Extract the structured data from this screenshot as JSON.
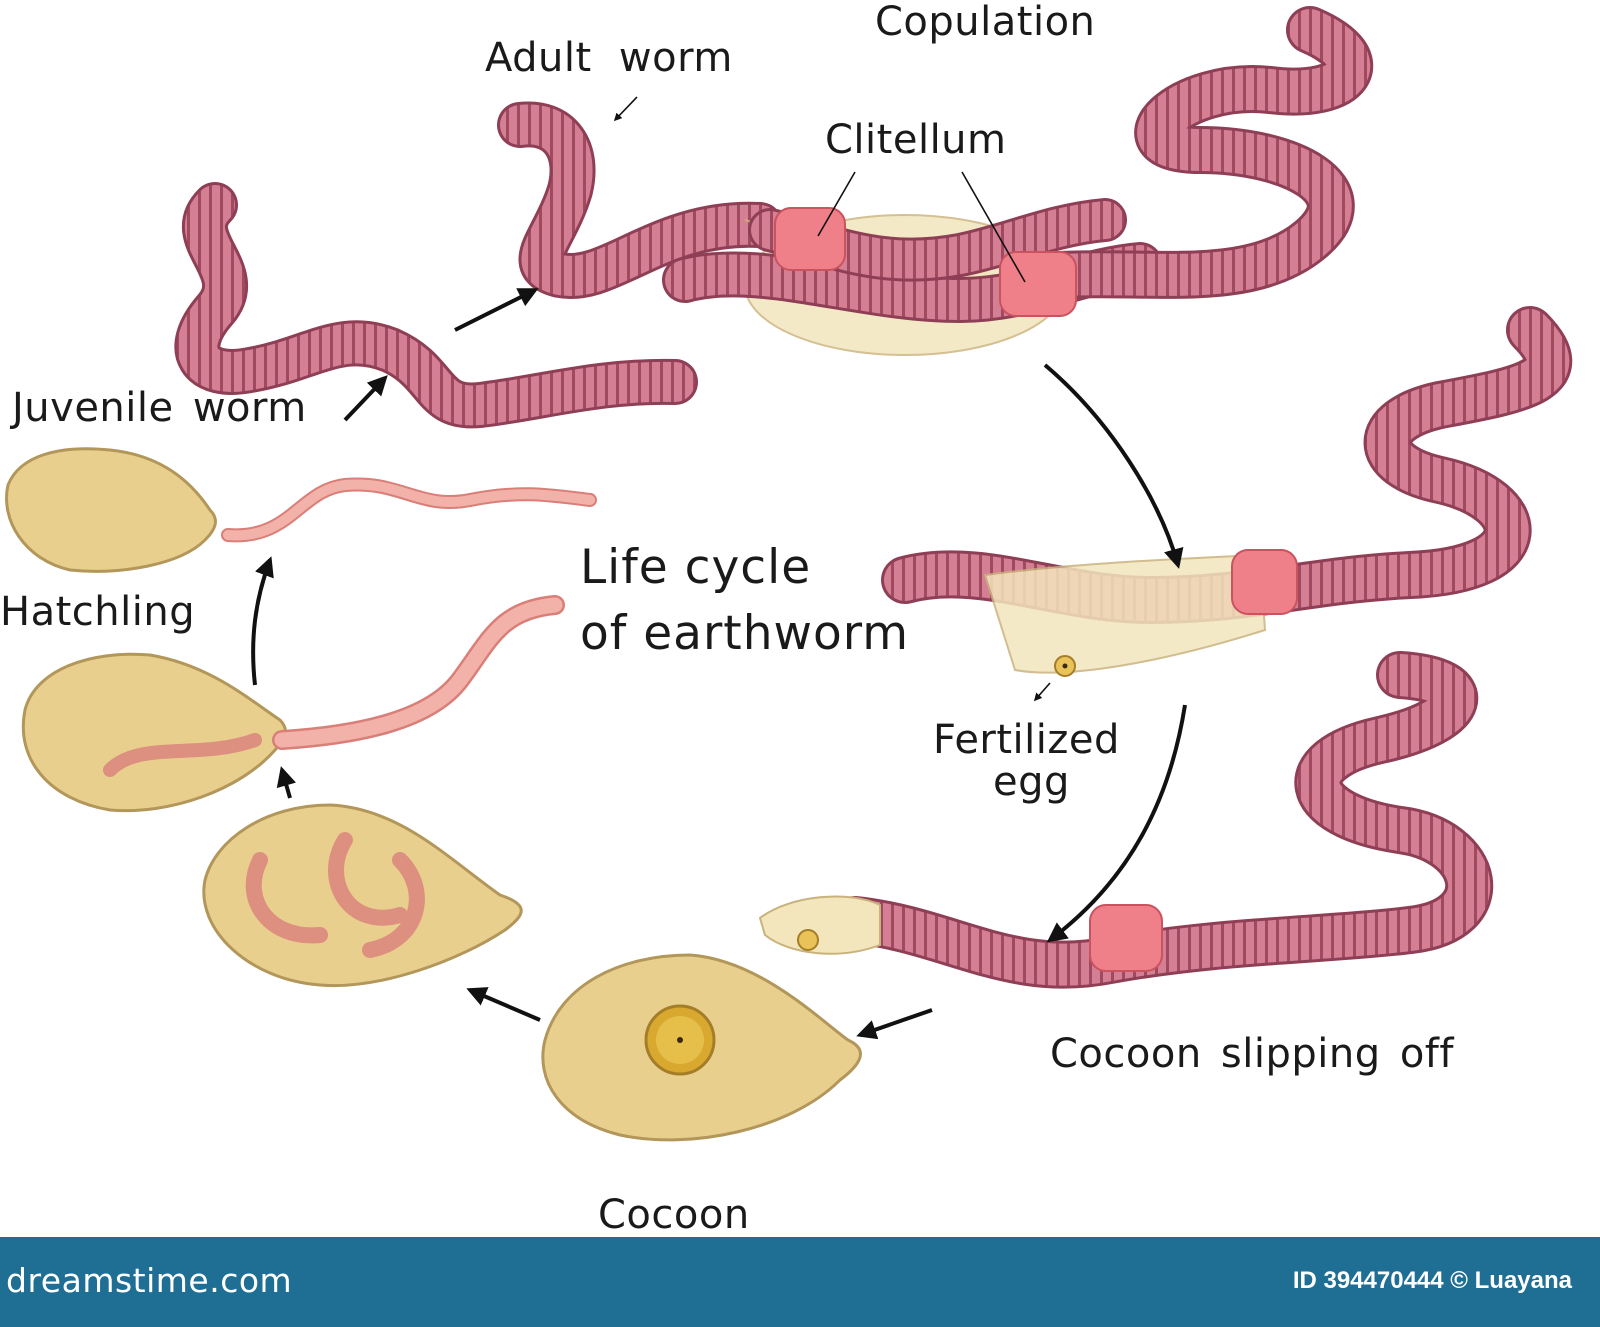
{
  "diagram": {
    "title_line1": "Life cycle",
    "title_line2": "of earthworm",
    "labels": {
      "copulation": "Copulation",
      "adult_worm": "Adult worm",
      "clitellum": "Clitellum",
      "juvenile_worm": "Juvenile worm",
      "hatchling": "Hatchling",
      "fertilized": "Fertilized",
      "egg": "egg",
      "cocoon_slipping_off": "Cocoon slipping off",
      "cocoon": "Cocoon"
    }
  },
  "footer": {
    "brand": "dreamstime.com",
    "credit": "ID 394470444 © Luayana"
  },
  "colors": {
    "worm_body": "#d47f93",
    "worm_ring": "#a04a60",
    "clitellum": "#ef7f88",
    "cocoon": "#e9cf8e",
    "cocoon_edge": "#b2965a",
    "hatchling": "#f2b2aa",
    "footer_bg": "#1f6e94"
  }
}
